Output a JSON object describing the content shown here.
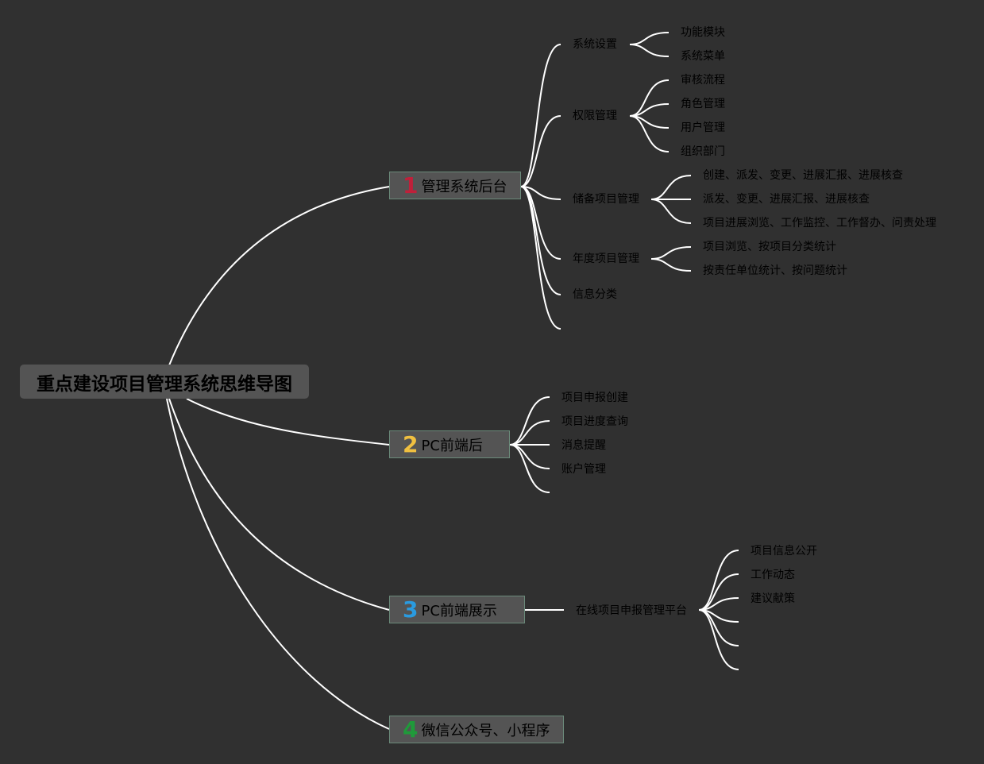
{
  "root": {
    "title": "重点建设项目管理系统思维导图"
  },
  "colors": {
    "background": "#303030",
    "node_fill": "#545454",
    "node_border": "#6b8a7a",
    "link": "#ffffff",
    "num1": "#c0203a",
    "num2": "#f0c040",
    "num3": "#2a9be0",
    "num4": "#1f9a3a"
  },
  "branches": [
    {
      "num": "1",
      "label": "管理系统后台",
      "children": [
        {
          "label": "系统设置",
          "children": [
            "功能模块",
            "系统菜单"
          ]
        },
        {
          "label": "权限管理",
          "children": [
            "审核流程",
            "角色管理",
            "用户管理",
            "组织部门"
          ]
        },
        {
          "label": "储备项目管理",
          "children": [
            "创建、派发、变更、进展汇报、进展核查",
            "派发、变更、进展汇报、进展核查",
            "项目进展浏览、工作监控、工作督办、问责处理"
          ]
        },
        {
          "label": "年度项目管理",
          "children": [
            "项目浏览、按项目分类统计",
            "按责任单位统计、按问题统计"
          ]
        },
        {
          "label": "信息分类",
          "children": []
        },
        {
          "label": "",
          "children": []
        }
      ]
    },
    {
      "num": "2",
      "label": "PC前端后",
      "children": [
        {
          "label": "项目申报创建"
        },
        {
          "label": "项目进度查询"
        },
        {
          "label": "消息提醒"
        },
        {
          "label": "账户管理"
        },
        {
          "label": ""
        }
      ]
    },
    {
      "num": "3",
      "label": "PC前端展示",
      "children": [
        {
          "label": "在线项目申报管理平台",
          "children": [
            "项目信息公开",
            "工作动态",
            "建议献策",
            "",
            "",
            ""
          ]
        }
      ]
    },
    {
      "num": "4",
      "label": "微信公众号、小程序",
      "children": []
    }
  ]
}
